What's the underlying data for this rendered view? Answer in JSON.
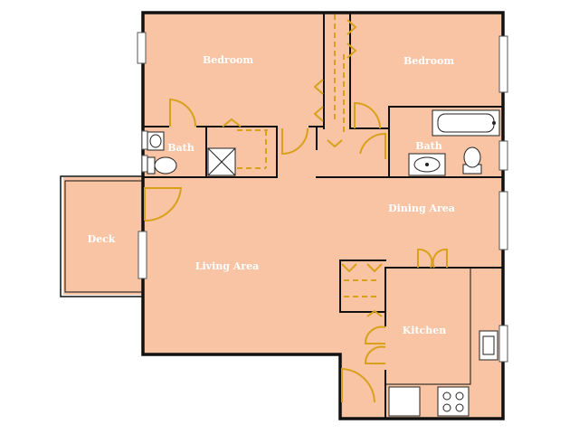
{
  "colors": {
    "floor": "#f8c4a4",
    "wall": "#111111",
    "door": "#d9a11a",
    "window": "#ffffff"
  },
  "rooms": {
    "bedroom1": "Bedroom",
    "bedroom2": "Bedroom",
    "bath1": "Bath",
    "bath2": "Bath",
    "dining": "Dining Area",
    "deck": "Deck",
    "living": "Living Area",
    "kitchen": "Kitchen"
  },
  "fixtures": [
    "bathtub-icon",
    "sink-icon",
    "toilet-icon",
    "shower-icon",
    "stove-icon",
    "refrigerator-icon",
    "kitchen-sink-icon"
  ]
}
